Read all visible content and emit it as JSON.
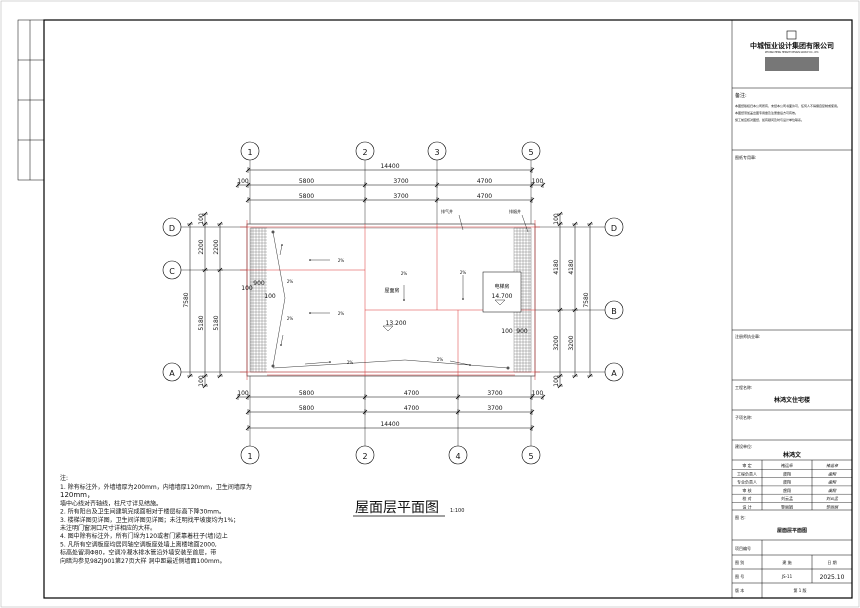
{
  "title_block": {
    "company": "中城恒业设计集团有限公司",
    "company_en": "ZHONGCHENG HENGYE DESIGN GROUP CO., LTD.",
    "remarks_label": "备注:",
    "remarks_text": [
      "本图纸版权归本公司所有，未经本公司书面许可，任何人不得擅自复制或使用。",
      "本图纸须加盖出图专用章及注册章后方可有效。",
      "施工前应核对图纸，如有疑问及时与设计单位联系。"
    ],
    "stamp_label": "图纸专用章:",
    "reg_stamp_label": "注册师执业章:",
    "project_name_label": "工程名称:",
    "project_name": "林鸿文住宅楼",
    "sub_item_label": "子项名称:",
    "client_label": "建设单位:",
    "client": "林鸿文",
    "signoff": [
      {
        "role": "审  定",
        "name": "褚运卓",
        "sign": "褚运卓"
      },
      {
        "role": "工程负责人",
        "name": "虞翔",
        "sign": "虞翔"
      },
      {
        "role": "专业负责人",
        "name": "虞翔",
        "sign": "虞翔"
      },
      {
        "role": "审  核",
        "name": "虞翔",
        "sign": "虞翔"
      },
      {
        "role": "校  对",
        "name": "刘云孟",
        "sign": "刘云孟"
      },
      {
        "role": "设  计",
        "name": "黎丽娟",
        "sign": "黎丽娟"
      }
    ],
    "drawing_name_label": "图  名:",
    "drawing_name": "屋面层平面图",
    "project_no_label": "项目编号",
    "category_label": "图  别",
    "category": "建 施",
    "date_label": "日 期",
    "drawing_no_label": "图  号",
    "drawing_no": "JS-11",
    "date": "2025.10",
    "version_label": "版  本",
    "version": "第 1 版"
  },
  "plan": {
    "title": "屋面层平面图",
    "scale": "1:100",
    "axes_top": [
      "1",
      "2",
      "3",
      "5"
    ],
    "axes_bottom": [
      "1",
      "2",
      "4",
      "5"
    ],
    "axes_left": [
      "D",
      "C",
      "A"
    ],
    "axes_right": [
      "D",
      "B",
      "A"
    ],
    "dims_top_total": "14400",
    "dims_top_1": [
      "100",
      "5800",
      "3700",
      "4700",
      "100"
    ],
    "dims_top_2": [
      "5800",
      "3700",
      "4700"
    ],
    "dims_bottom_1": [
      "100",
      "5800",
      "4700",
      "3700",
      "100"
    ],
    "dims_bottom_2": [
      "5800",
      "4700",
      "3700"
    ],
    "dims_bottom_total": "14400",
    "dims_left": {
      "total": "7580",
      "dc": "2200",
      "ca": "5180",
      "small": "100"
    },
    "dims_right": {
      "total": "7580",
      "db": "4180",
      "ba": "3200",
      "small": "100"
    },
    "rooms": {
      "stair": "屋面房",
      "elevator": "电梯房"
    },
    "elevations": {
      "roof": "13.200",
      "elevator": "14.700"
    },
    "shafts": {
      "exhaust": "排气井",
      "smoke": "排烟井"
    },
    "slope": "2%",
    "inner_dims": [
      "900",
      "100",
      "100",
      "900",
      "100"
    ]
  },
  "notes": {
    "heading": "注:",
    "lines": [
      "1. 除有标注外，外墙墙厚为200mm，内墙墙厚120mm，卫生间墙厚为",
      "120mm，",
      "墙中心线对齐轴线，柱尺寸详见结施。",
      "2. 所有阳台及卫生间建筑完成面相对于楼层标高下降30mm。",
      "3. 楼梯详图见详图，卫生间详图见详图；未注明找平坡度均为1%；",
      "未注明门窗洞口尺寸详相应的大样。",
      "4. 图中除有标注外，所有门垛为120或者门紧靠着柱子(墙)边上",
      "5. 凡所有空调板座均居同轴空调板座处墙上离楼地面2000,",
      "标高处留洞Φ80，空调冷凝水排水管沿外墙安装至首层，带",
      "向暗沟参见98ZJ901第27页大样 洞中距最近侧墙面100mm。"
    ]
  }
}
